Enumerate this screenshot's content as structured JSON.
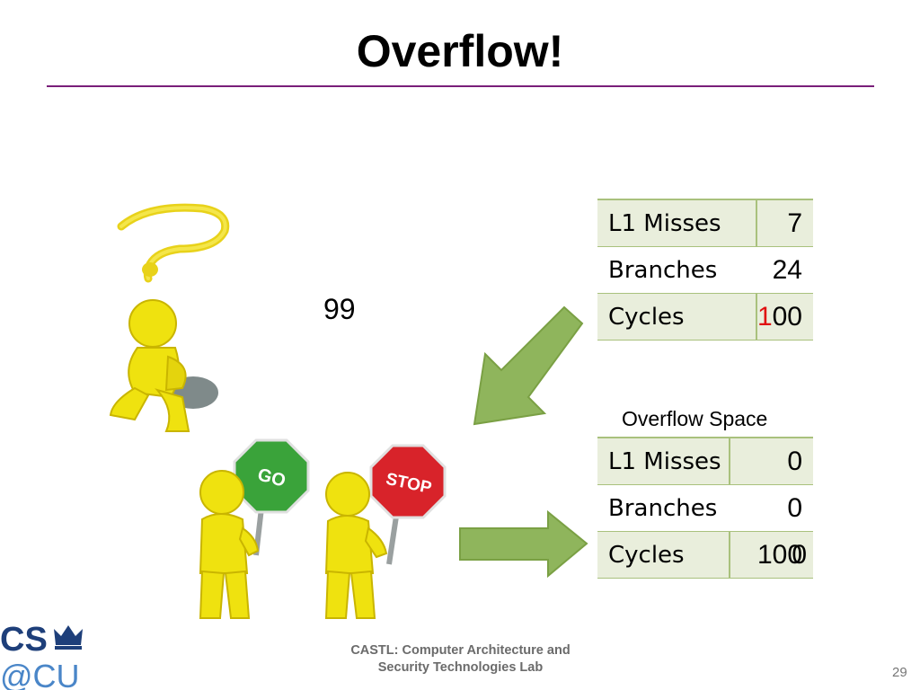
{
  "slide": {
    "title": "Overflow!",
    "floating_number": "99",
    "overflow_caption": "Overflow Space",
    "footer_line1": "CASTL: Computer Architecture and",
    "footer_line2": "Security Technologies Lab",
    "page_number": "29",
    "logo_top": "CS",
    "logo_bottom": "@CU"
  },
  "counters_top": {
    "rows": [
      {
        "label": "L1 Misses",
        "value": "7"
      },
      {
        "label": "Branches",
        "value": "24"
      },
      {
        "label": "Cycles",
        "carry": "1",
        "value": "00"
      }
    ]
  },
  "counters_overflow": {
    "rows": [
      {
        "label": "L1 Misses",
        "value": "0"
      },
      {
        "label": "Branches",
        "value": "0"
      },
      {
        "label": "Cycles",
        "value_prefix": "10",
        "value_old": "0",
        "value_new": "0"
      }
    ]
  },
  "colors": {
    "accent_rule": "#7a1f7a",
    "table_border": "#a9c17d",
    "table_shade": "#e9eedc",
    "arrow_fill": "#8fb55c",
    "carry_red": "#e01010",
    "logo_blue": "#1e3f7a"
  },
  "icons": [
    "thinking-person-icon",
    "go-stop-people-icon",
    "diagonal-arrow-icon",
    "right-arrow-icon",
    "crown-icon"
  ]
}
